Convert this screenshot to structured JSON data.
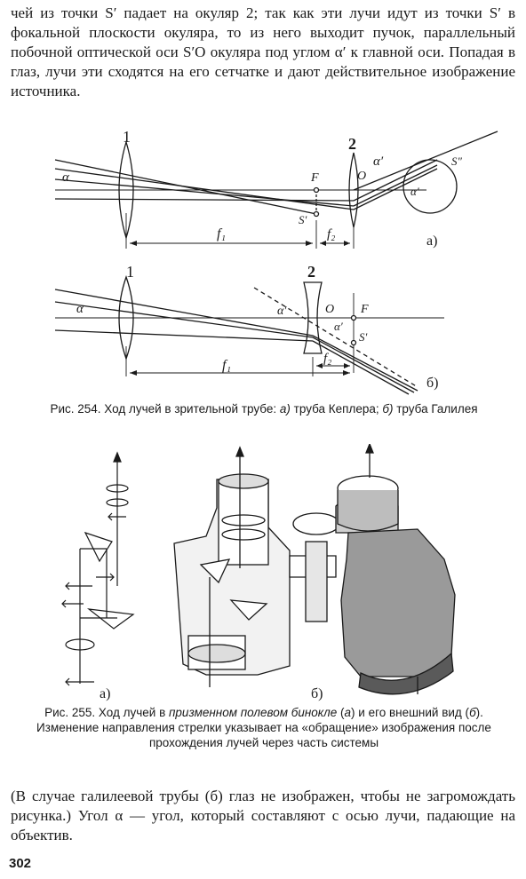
{
  "top_paragraph": "чей из точки S′ падает на окуляр 2; так как эти лучи идут из точки S′ в фокальной плоскости окуляра, то из него выходит пучок, параллельный побочной оптической оси S′O окуляра под углом α′ к главной оси. Попадая в глаз, лучи эти сходятся на его сетчатке и дают действительное изображение источника.",
  "figure_254": {
    "labels": {
      "lens1": "1",
      "lens2": "2",
      "alpha": "α",
      "alpha_prime": "α′",
      "F": "F",
      "O": "O",
      "S_prime": "S′",
      "S_double": "S″",
      "f1": "f₁",
      "f2": "f₂",
      "panel_a": "а)",
      "panel_b": "б)"
    },
    "caption_prefix": "Рис. 254. Ход лучей в зрительной трубе: ",
    "caption_a_letter": "а)",
    "caption_a_text": " труба Кеплера; ",
    "caption_b_letter": "б)",
    "caption_b_text": " труба Галилея"
  },
  "figure_255": {
    "labels": {
      "panel_a": "а)",
      "panel_b": "б)"
    },
    "caption_prefix": "Рис. 255. Ход лучей в ",
    "caption_italic": "призменном полевом бинокле",
    "caption_mid1": " (",
    "caption_a_letter": "а",
    "caption_mid2": ") и его внешний вид (",
    "caption_b_letter": "б",
    "caption_rest": "). Изменение направления стрелки указывает на «обращение» изображения после прохождения лучей через часть системы"
  },
  "bottom_paragraph": "(В случае галилеевой трубы (б) глаз не изображен, чтобы не загромождать рисунка.) Угол α — угол, который составляют с осью лучи, падающие на объектив.",
  "page_number": "302"
}
